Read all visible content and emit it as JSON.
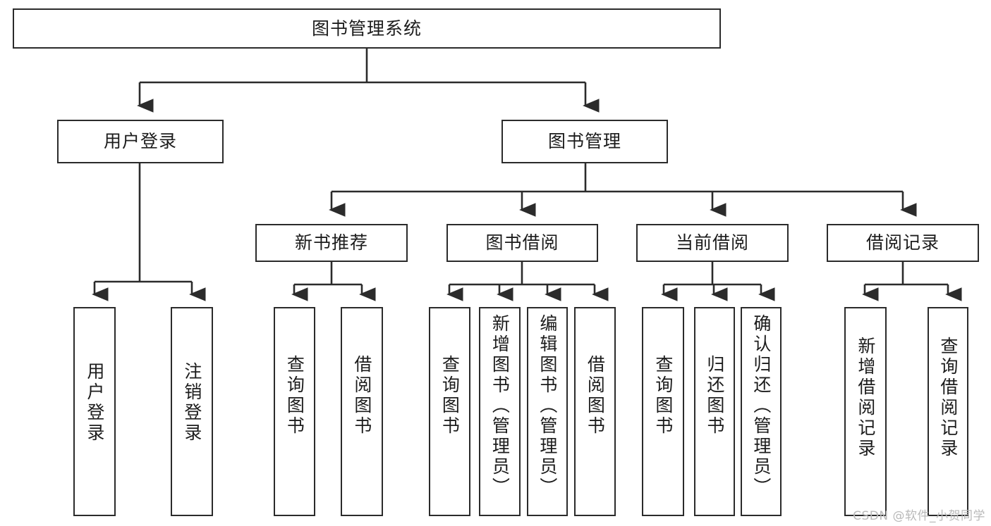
{
  "diagram": {
    "type": "tree-structure-chart",
    "title": "图书管理系统",
    "watermark": "CSDN @软件_小贺同学",
    "colors": {
      "stroke": "#2b2b2b",
      "fill": "#ffffff",
      "text": "#1c1c1c",
      "watermark": "#b9b9b9"
    }
  },
  "nodes": {
    "root": {
      "label": "图书管理系统"
    },
    "level2": [
      {
        "id": "user-login",
        "label": "用户登录"
      },
      {
        "id": "book-manage",
        "label": "图书管理"
      }
    ],
    "level3": [
      {
        "id": "new-book-recommend",
        "label": "新书推荐"
      },
      {
        "id": "book-borrow",
        "label": "图书借阅"
      },
      {
        "id": "current-borrow",
        "label": "当前借阅"
      },
      {
        "id": "borrow-record",
        "label": "借阅记录"
      }
    ],
    "leaves": {
      "user_login": [
        {
          "id": "leaf-user-login",
          "label": "用户登录"
        },
        {
          "id": "leaf-logout-login",
          "label": "注销登录"
        }
      ],
      "new_book_recommend": [
        {
          "id": "leaf-query-book-1",
          "label": "查询图书"
        },
        {
          "id": "leaf-borrow-book-1",
          "label": "借阅图书"
        }
      ],
      "book_borrow": [
        {
          "id": "leaf-query-book-2",
          "label": "查询图书"
        },
        {
          "id": "leaf-add-book",
          "label": "新增图书（管理员）"
        },
        {
          "id": "leaf-edit-book",
          "label": "编辑图书（管理员）"
        },
        {
          "id": "leaf-borrow-book-2",
          "label": "借阅图书"
        }
      ],
      "current_borrow": [
        {
          "id": "leaf-query-book-3",
          "label": "查询图书"
        },
        {
          "id": "leaf-return-book",
          "label": "归还图书"
        },
        {
          "id": "leaf-confirm-return",
          "label": "确认归还（管理员）"
        }
      ],
      "borrow_record": [
        {
          "id": "leaf-add-record",
          "label": "新增借阅记录"
        },
        {
          "id": "leaf-query-record",
          "label": "查询借阅记录"
        }
      ]
    }
  }
}
